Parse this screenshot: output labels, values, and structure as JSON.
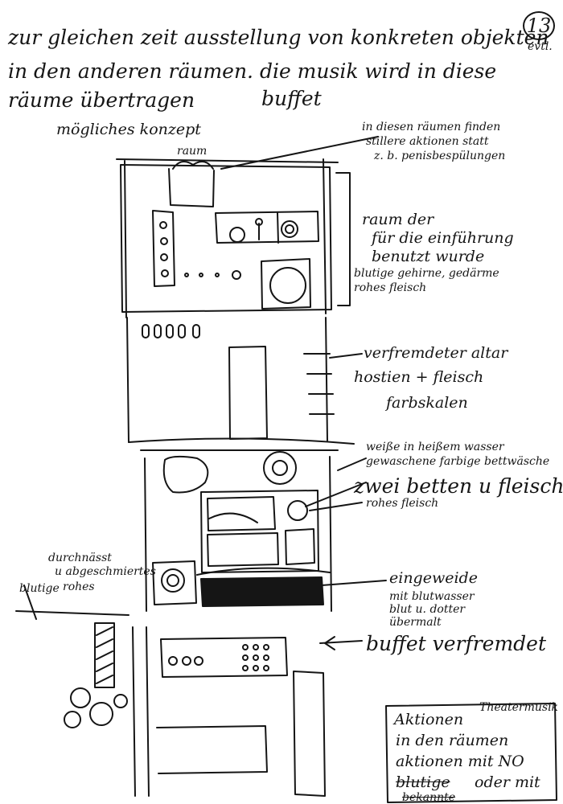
{
  "page_number": "13",
  "heading": {
    "line1": "zur gleichen zeit ausstellung von konkreten objekten",
    "line1_note": "evtl.",
    "line2": "in den anderen räumen.  die musik wird in diese",
    "line3": "räume übertragen",
    "line3_extra": "buffet"
  },
  "sketch_labels": {
    "possible_concept": "mögliches konzept",
    "room": "raum",
    "room_note": [
      "in diesen räumen finden",
      "stillere aktionen statt",
      "z. b. penisbespülungen"
    ],
    "intro_room": [
      "raum der",
      "für die einführung",
      "benutzt wurde",
      "blutige gehirne, gedärme",
      "rohes fleisch"
    ],
    "altar": "verfremdeter altar",
    "altar_note": "hostien + fleisch",
    "columns": "farbskalen",
    "washed_linen": [
      "weiße in heißem wasser",
      "gewaschene farbige bettwäsche"
    ],
    "beds": "zwei betten u fleisch",
    "raw_meat": "rohes fleisch",
    "left_note": [
      "durchnässt",
      "u abgeschmiertes",
      "rohes"
    ],
    "left_aside": "blutige",
    "entrails": "eingeweide",
    "entrails_note": [
      "mit blutwasser",
      "blut u. dotter",
      "übermalt"
    ],
    "buffet_note": "buffet verfremdet"
  },
  "box_note": {
    "title": "Aktionen",
    "title_aside": "Theatermusik",
    "line2": "in den räumen",
    "line3": "aktionen mit NO",
    "line4_struck": "blutige",
    "line4": "oder mit",
    "line5_struck": "bekannte"
  }
}
